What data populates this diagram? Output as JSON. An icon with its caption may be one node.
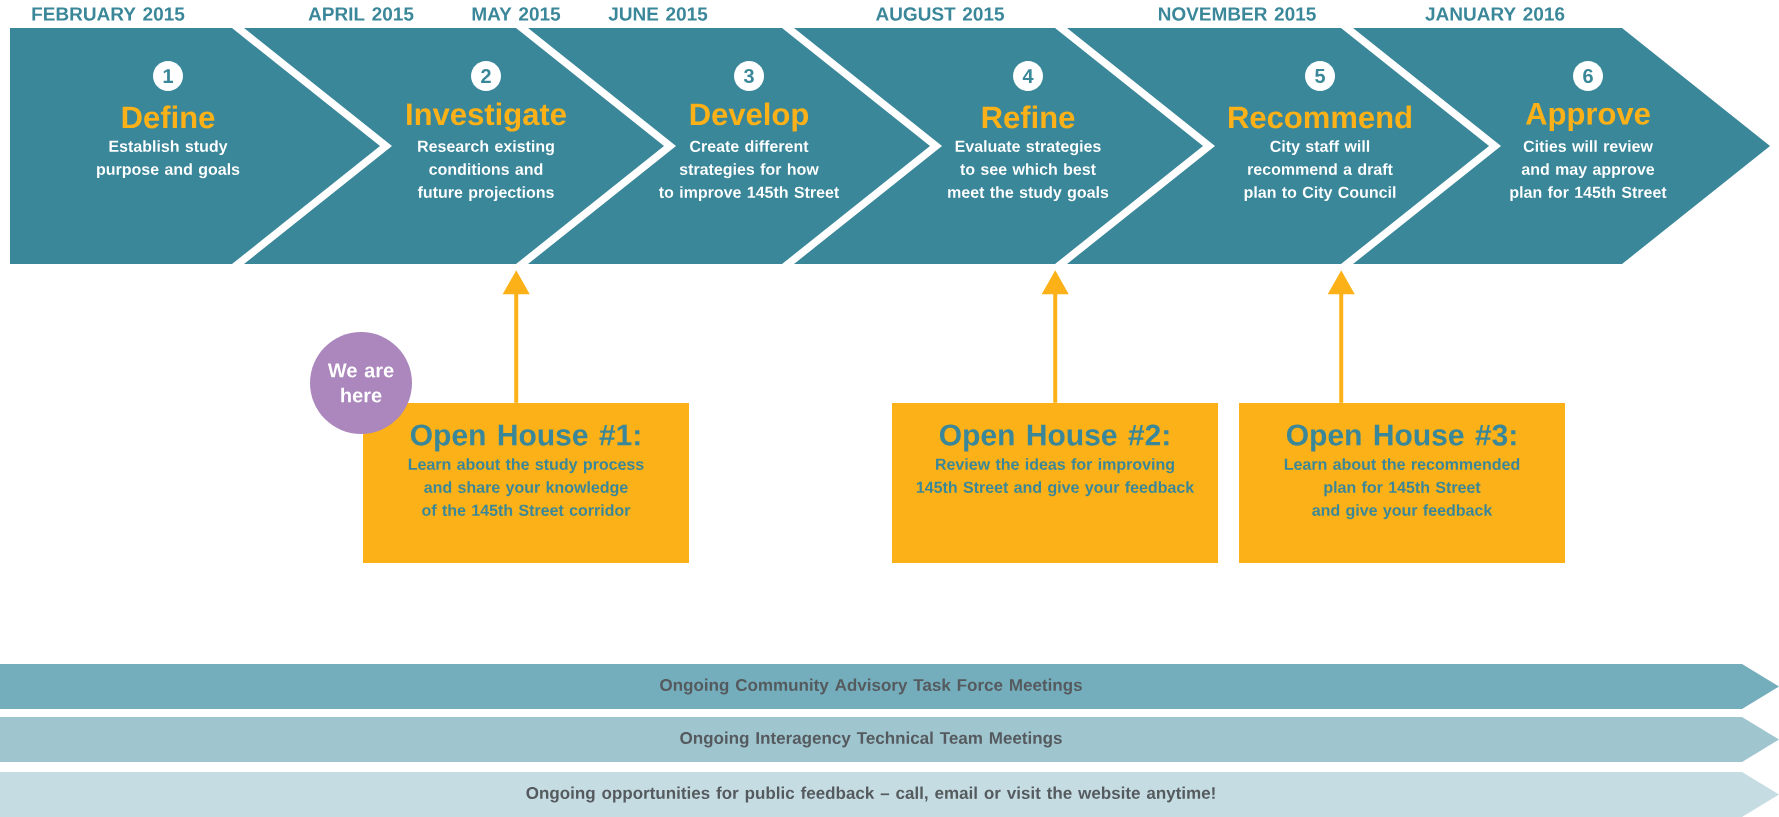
{
  "diagram": {
    "nodes": [
      {
        "text": [
          "1",
          "Define",
          "Establish study purpose and goals"
        ]
      },
      {
        "text": [
          "2",
          "Investigate",
          "Research existing conditions and future projections"
        ]
      },
      {
        "text": [
          "3",
          "Develop",
          "Create different strategies for how to improve 145th Street"
        ]
      },
      {
        "text": [
          "4",
          "Refine",
          "Evaluate strategies to see which best meet the study goals"
        ]
      },
      {
        "text": [
          "5",
          "Recommend",
          "City staff will recommend a draft plan to City Council"
        ]
      },
      {
        "text": [
          "6",
          "Approve",
          "Cities will review and may approve plan for 145th Street"
        ]
      },
      {
        "text": [
          "Open House #1:",
          "Learn about the study process and share your knowledge of the 145th Street corridor"
        ]
      },
      {
        "text": [
          "Open House #2:",
          "Review the ideas for improving 145th Street and give your feedback"
        ]
      },
      {
        "text": [
          "Open House #3:",
          "Learn about the recommended plan for 145th Street and give your feedback"
        ]
      },
      {
        "text": [
          "We are here"
        ]
      },
      {
        "text": [
          "Ongoing Community Advisory Task Force Meetings"
        ]
      },
      {
        "text": [
          "Ongoing Interagency Technical Team Meetings"
        ]
      },
      {
        "text": [
          "Ongoing opportunities for public feedback – call, email or visit the website anytime!"
        ]
      }
    ],
    "edges": [
      {
        "from": 6,
        "to": 1,
        "arrow": "to"
      },
      {
        "from": 7,
        "to": 3,
        "arrow": "to"
      },
      {
        "from": 8,
        "to": 4,
        "arrow": "to"
      }
    ],
    "labels": [
      "FEBRUARY 2015",
      "APRIL 2015",
      "MAY 2015",
      "JUNE 2015",
      "AUGUST 2015",
      "NOVEMBER 2015",
      "JANUARY 2016"
    ]
  }
}
